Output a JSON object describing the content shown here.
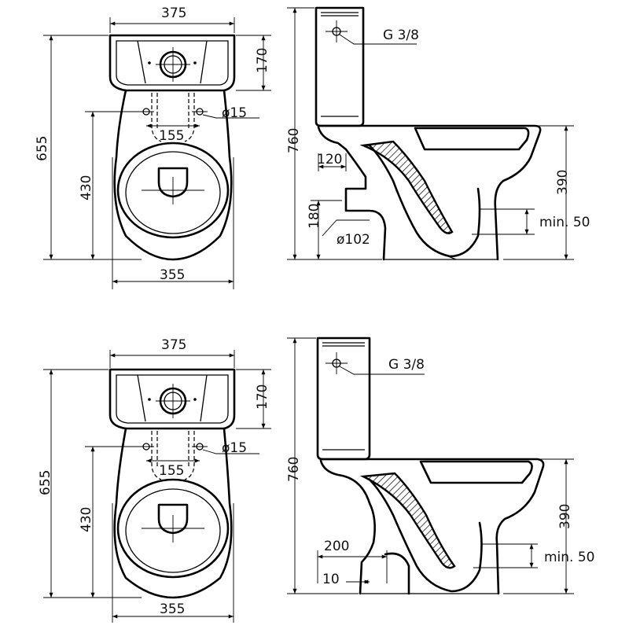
{
  "top_front": {
    "width_tank": "375",
    "tank_height": "170",
    "hole_dia": "ø15",
    "hole_spacing": "155",
    "total_height": "655",
    "hole_height": "430",
    "base_width": "355"
  },
  "top_side": {
    "inlet": "G 3/8",
    "total_height": "760",
    "outlet_offset": "120",
    "rim_height": "390",
    "outlet_height": "180",
    "outlet_dia": "ø102",
    "water_seal": "min. 50"
  },
  "bottom_front": {
    "width_tank": "375",
    "tank_height": "170",
    "hole_dia": "ø15",
    "hole_spacing": "155",
    "total_height": "655",
    "hole_height": "430",
    "base_width": "355"
  },
  "bottom_side": {
    "inlet": "G 3/8",
    "total_height": "760",
    "outlet_offset": "200",
    "rim_height": "390",
    "floor_offset": "10",
    "water_seal": "min. 50"
  }
}
